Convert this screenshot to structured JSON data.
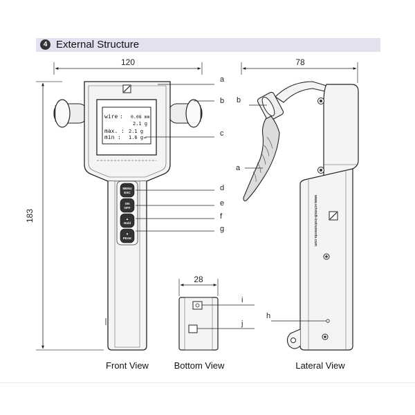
{
  "header": {
    "number": "4",
    "title": "External Structure"
  },
  "dimensions": {
    "front_width": "120",
    "front_height": "183",
    "lateral_width": "78",
    "bottom_width": "28"
  },
  "labels": {
    "a": "a",
    "b": "b",
    "c": "c",
    "d": "d",
    "e": "e",
    "f": "f",
    "g": "g",
    "h": "h",
    "i": "i",
    "j": "j"
  },
  "screen": {
    "line1_key": "wire",
    "line1_sep": ":",
    "line1_val": "0.08 mm",
    "line2_val": "2.1 g",
    "line3_key": "max.",
    "line3_sep": ":",
    "line3_val": "2.1 g",
    "line4_key": "min",
    "line4_sep": ":",
    "line4_val": "1.6 g",
    "line4_arrow": "←"
  },
  "buttons": {
    "d_top": "MENU",
    "d_bottom": "ESC",
    "e_top": "ON",
    "e_bottom": "OFF",
    "f_top": "▲",
    "f_bottom": "Hold",
    "g_top": "▼",
    "g_bottom": "PEAK"
  },
  "lateral": {
    "url": "www.schmidt-instruments.com"
  },
  "captions": {
    "front": "Front View",
    "bottom": "Bottom View",
    "lateral": "Lateral View"
  },
  "colors": {
    "header_bg": "#e1e1ef",
    "body_fill": "#f2f2f2",
    "outline": "#222222",
    "label_band": "#e8e8e8"
  }
}
